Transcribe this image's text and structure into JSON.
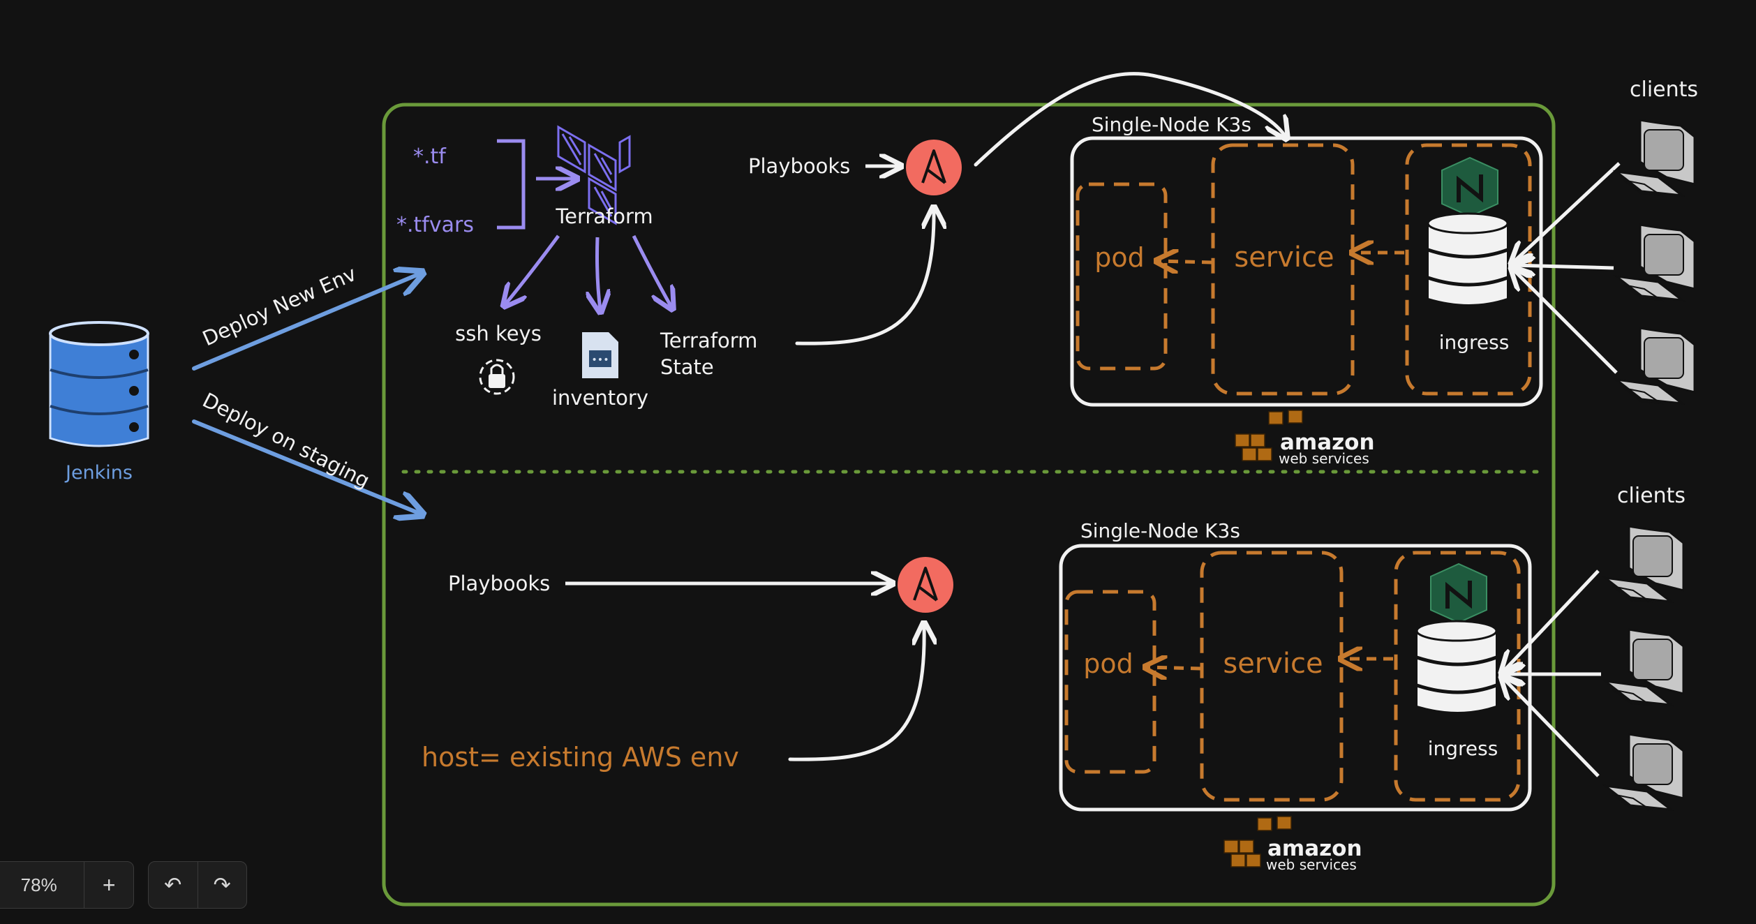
{
  "left": {
    "jenkins_label": "Jenkins",
    "deploy_new_env": "Deploy New Env",
    "deploy_on_staging": "Deploy on staging"
  },
  "top_env": {
    "tf": "*.tf",
    "tfvars": "*.tfvars",
    "terraform": "Terraform",
    "ssh_keys": "ssh keys",
    "inventory": "inventory",
    "terraform_state_1": "Terraform",
    "terraform_state_2": "State",
    "playbooks": "Playbooks",
    "cluster_title": "Single-Node K3s",
    "pod": "pod",
    "service": "service",
    "ingress": "ingress",
    "aws_1": "amazon",
    "aws_2": "web services",
    "clients": "clients"
  },
  "bottom_env": {
    "playbooks": "Playbooks",
    "host": "host= existing AWS env",
    "cluster_title": "Single-Node K3s",
    "pod": "pod",
    "service": "service",
    "ingress": "ingress",
    "aws_1": "amazon",
    "aws_2": "web services",
    "clients": "clients"
  },
  "toolbar": {
    "zoom": "78%",
    "zoom_in": "+",
    "undo": "↶",
    "redo": "↷"
  },
  "colors": {
    "background": "#121212",
    "frame_green": "#6a9a3a",
    "jenkins_blue": "#6e9ee0",
    "terraform_purple": "#9b8cf0",
    "orange": "#c77a2e",
    "ansible_red": "#f26b60",
    "white": "#f2f2f2"
  }
}
